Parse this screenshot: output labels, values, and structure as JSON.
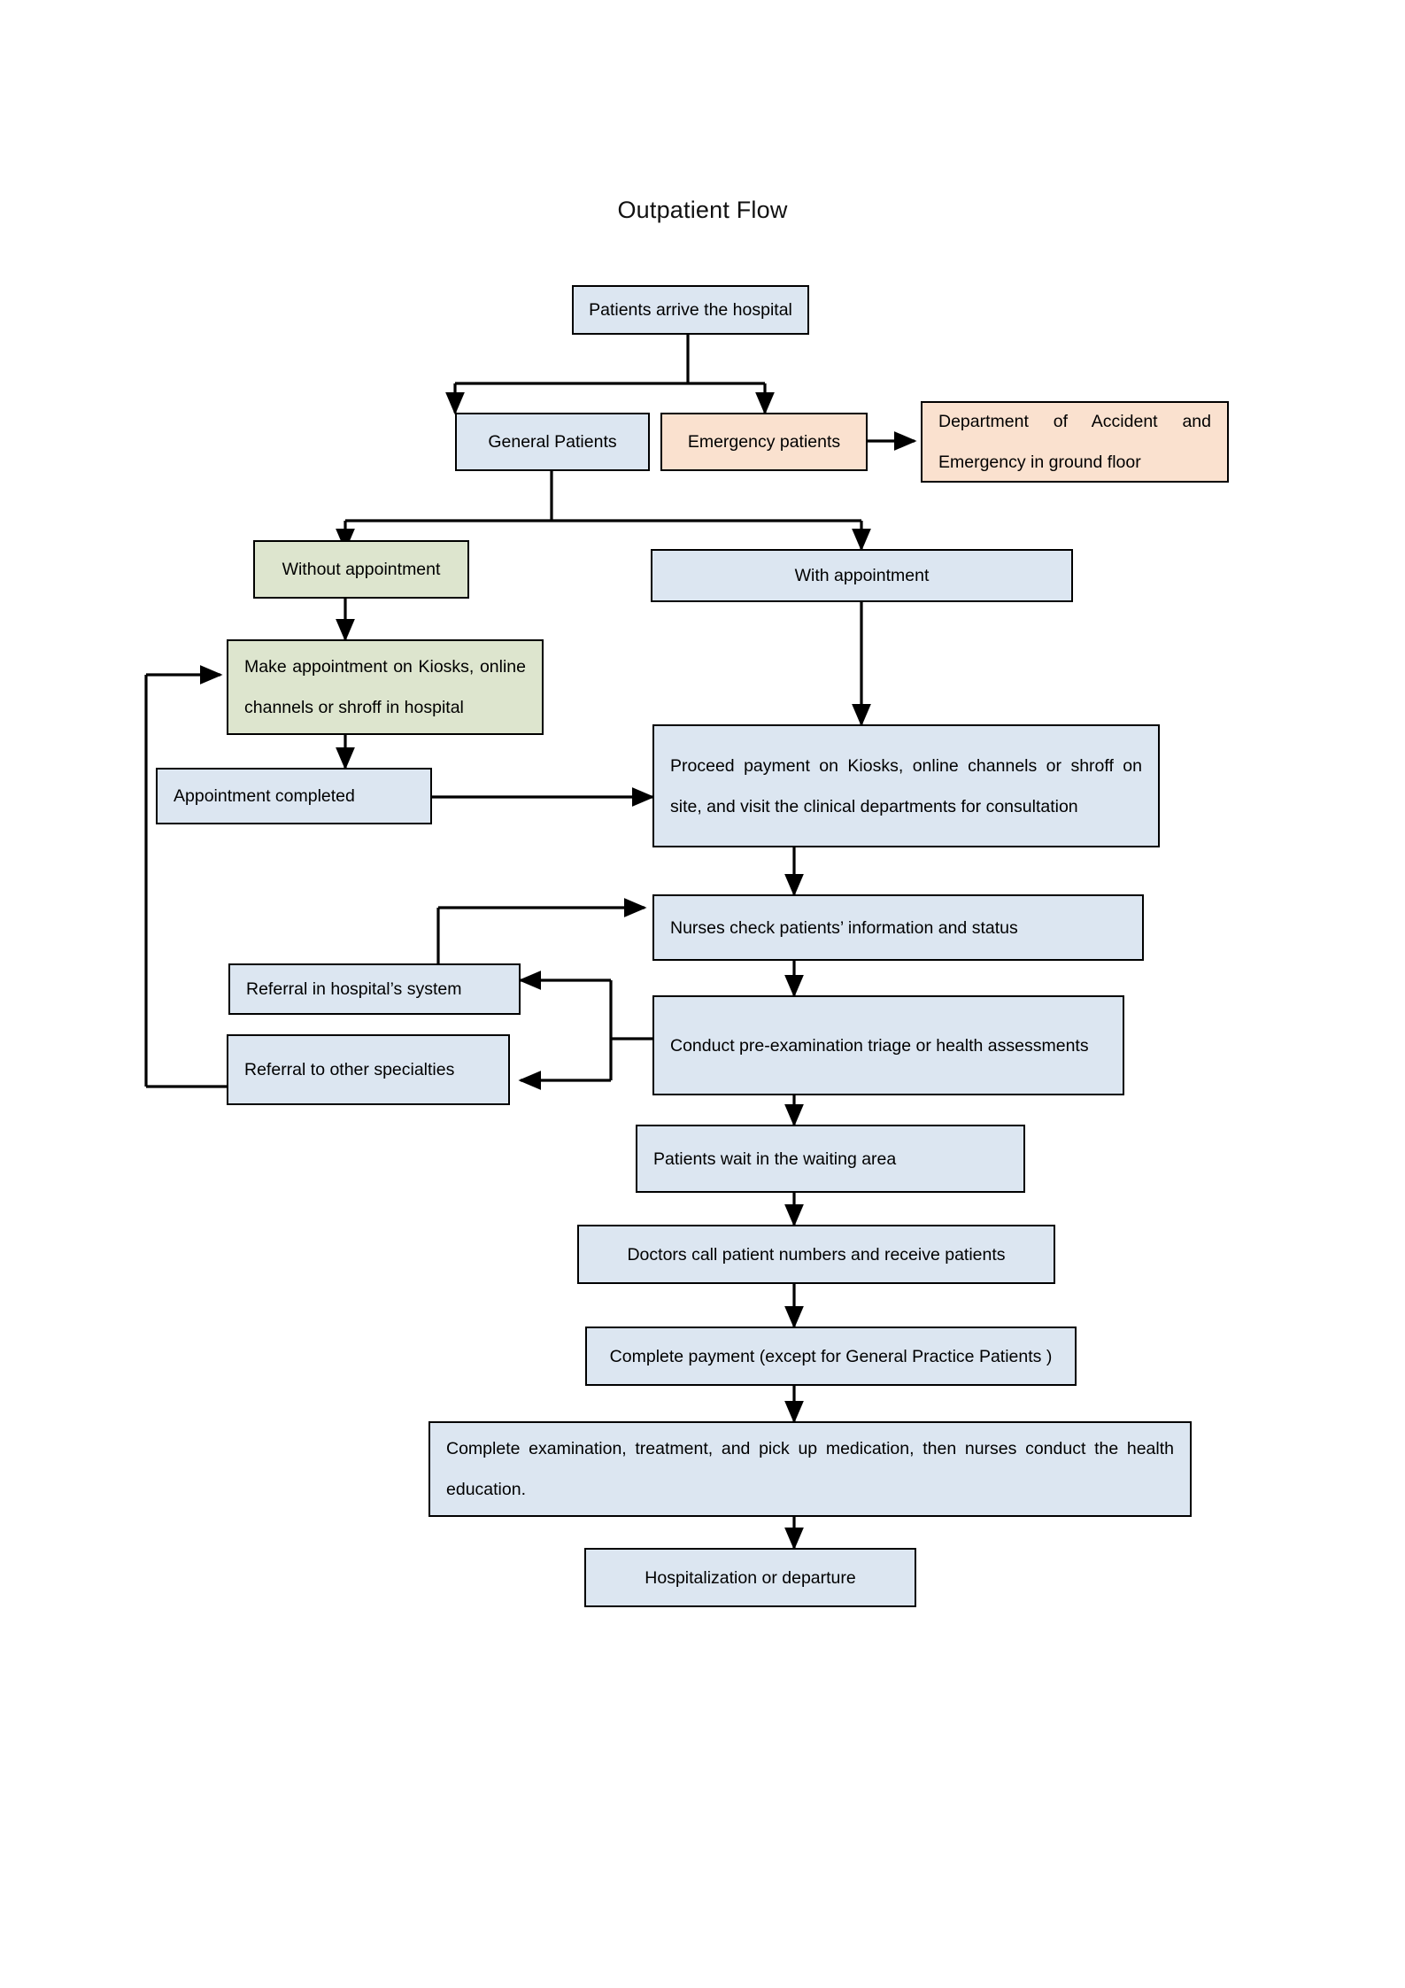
{
  "title": "Outpatient Flow",
  "colors": {
    "blue_fill": "#dce6f1",
    "peach_fill": "#fae1cf",
    "green_fill": "#dde5ce",
    "stroke": "#000000",
    "background": "#ffffff"
  },
  "chart_data": {
    "type": "diagram",
    "title": "Outpatient Flow",
    "nodes": [
      {
        "id": "arrive",
        "label": "Patients arrive the hospital",
        "fill": "blue",
        "align": "center"
      },
      {
        "id": "general",
        "label": "General Patients",
        "fill": "blue",
        "align": "center"
      },
      {
        "id": "emergency",
        "label": "Emergency patients",
        "fill": "peach",
        "align": "center"
      },
      {
        "id": "dept_ae",
        "label": "Department of Accident and Emergency in ground floor",
        "fill": "peach",
        "align": "justify"
      },
      {
        "id": "without_appt",
        "label": "Without appointment",
        "fill": "green",
        "align": "center"
      },
      {
        "id": "with_appt",
        "label": "With appointment",
        "fill": "blue",
        "align": "center"
      },
      {
        "id": "make_appt",
        "label": "Make appointment on Kiosks, online channels or shroff in hospital",
        "fill": "green",
        "align": "justify"
      },
      {
        "id": "appt_done",
        "label": "Appointment completed",
        "fill": "blue",
        "align": "left"
      },
      {
        "id": "proceed_pay",
        "label": "Proceed payment on Kiosks, online channels or shroff on site, and visit the clinical departments for consultation",
        "fill": "blue",
        "align": "justify"
      },
      {
        "id": "nurses_check",
        "label": "Nurses check patients’ information and status",
        "fill": "blue",
        "align": "left"
      },
      {
        "id": "referral_in",
        "label": "Referral in hospital’s system",
        "fill": "blue",
        "align": "left"
      },
      {
        "id": "referral_other",
        "label": "Referral to other specialties",
        "fill": "blue",
        "align": "left"
      },
      {
        "id": "pre_exam",
        "label": "Conduct pre-examination triage or health assessments",
        "fill": "blue",
        "align": "left"
      },
      {
        "id": "waiting",
        "label": "Patients wait in the waiting area",
        "fill": "blue",
        "align": "left"
      },
      {
        "id": "doctors_call",
        "label": "Doctors call patient numbers and receive patients",
        "fill": "blue",
        "align": "center"
      },
      {
        "id": "complete_pay",
        "label": "Complete payment (except for General Practice Patients )",
        "fill": "blue",
        "align": "center"
      },
      {
        "id": "complete_exam",
        "label": "Complete examination, treatment, and pick up medication, then nurses conduct the health education.",
        "fill": "blue",
        "align": "justify"
      },
      {
        "id": "hosp_depart",
        "label": "Hospitalization or departure",
        "fill": "blue",
        "align": "center"
      }
    ],
    "edges": [
      {
        "from": "arrive",
        "to": "general"
      },
      {
        "from": "arrive",
        "to": "emergency"
      },
      {
        "from": "emergency",
        "to": "dept_ae"
      },
      {
        "from": "general",
        "to": "without_appt"
      },
      {
        "from": "general",
        "to": "with_appt"
      },
      {
        "from": "without_appt",
        "to": "make_appt"
      },
      {
        "from": "make_appt",
        "to": "appt_done"
      },
      {
        "from": "appt_done",
        "to": "proceed_pay"
      },
      {
        "from": "with_appt",
        "to": "proceed_pay"
      },
      {
        "from": "proceed_pay",
        "to": "nurses_check"
      },
      {
        "from": "nurses_check",
        "to": "pre_exam"
      },
      {
        "from": "pre_exam",
        "to": "referral_in"
      },
      {
        "from": "pre_exam",
        "to": "referral_other"
      },
      {
        "from": "referral_in",
        "to": "nurses_check"
      },
      {
        "from": "referral_other",
        "to": "make_appt"
      },
      {
        "from": "pre_exam",
        "to": "waiting"
      },
      {
        "from": "waiting",
        "to": "doctors_call"
      },
      {
        "from": "doctors_call",
        "to": "complete_pay"
      },
      {
        "from": "complete_pay",
        "to": "complete_exam"
      },
      {
        "from": "complete_exam",
        "to": "hosp_depart"
      }
    ]
  }
}
